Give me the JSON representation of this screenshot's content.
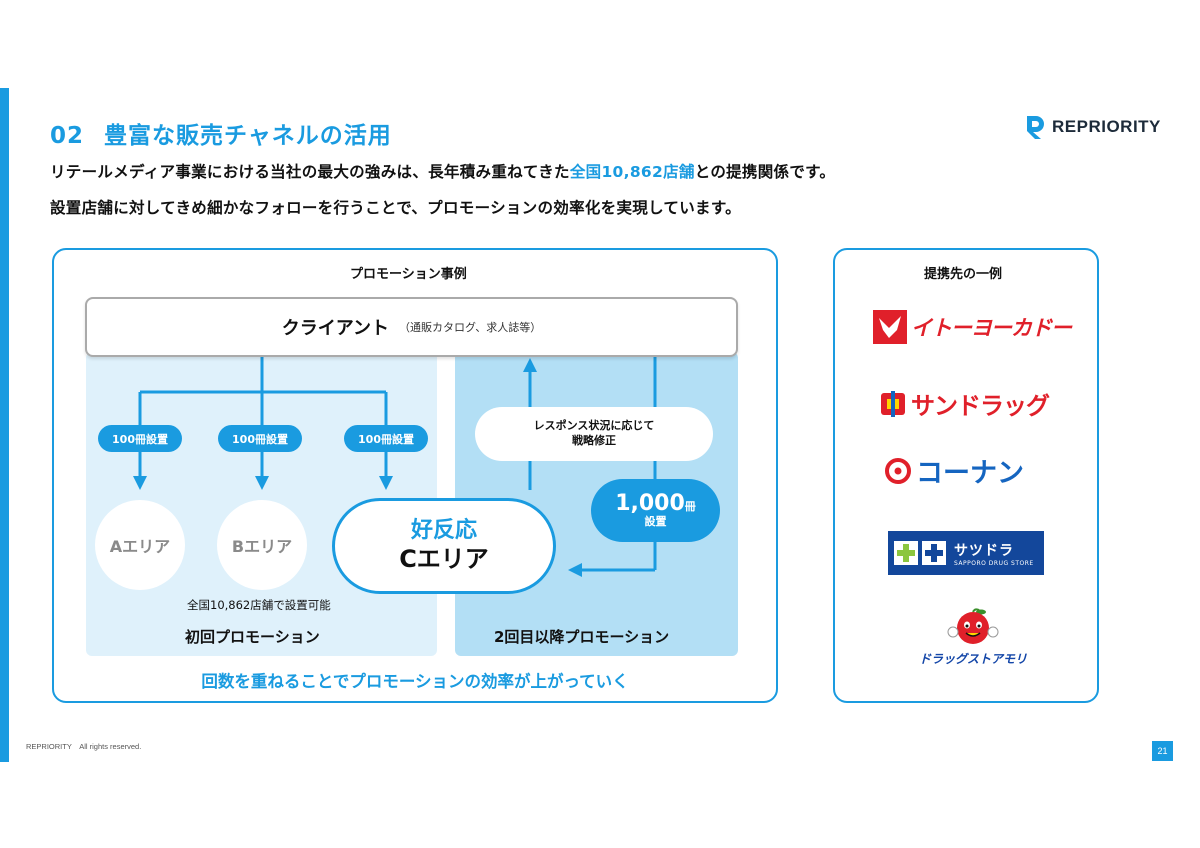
{
  "header": {
    "number": "02",
    "title": "豊富な販売チャネルの活用",
    "logo_text": "REPRIORITY"
  },
  "lead": {
    "line1_before": "リテールメディア事業における当社の最大の強みは、長年積み重ねてきた",
    "line1_highlight": "全国10,862店舗",
    "line1_after": "との提携関係です。",
    "line2": "設置店舗に対してきめ細かなフォローを行うことで、プロモーションの効率化を実現しています。"
  },
  "promotion": {
    "heading": "プロモーション事例",
    "client_label": "クライアント",
    "client_sub": "（通販カタログ、求人誌等）",
    "pills": [
      "100冊設置",
      "100冊設置",
      "100冊設置"
    ],
    "area_a": "Aエリア",
    "area_b": "Bエリア",
    "area_c_top": "好反応",
    "area_c_bottom": "Cエリア",
    "store_note": "全国10,862店舗で設置可能",
    "first_label": "初回プロモーション",
    "second_label": "2回目以降プロモーション",
    "response_line1": "レスポンス状況に応じて",
    "response_line2": "戦略修正",
    "thousand_num": "1,000",
    "thousand_unit": "冊",
    "thousand_sub": "設置",
    "bottom_message": "回数を重ねることでプロモーションの効率が上がっていく"
  },
  "partners": {
    "heading": "提携先の一例",
    "ito_yokado": "イトーヨーカドー",
    "sundrug": "サンドラッグ",
    "konan": "コーナン",
    "sapporo_name": "サツドラ",
    "sapporo_sub": "SAPPORO DRUG STORE",
    "mori": "ドラッグストアモリ"
  },
  "footer": {
    "copyright": "REPRIORITY　All rights reserved.",
    "page": "21"
  },
  "colors": {
    "accent": "#1a9be0",
    "light_zone": "#dff1fb",
    "mid_zone": "#b3dff5",
    "partner_red": "#e0202a",
    "partner_blue": "#1565c0",
    "sapporo_navy": "#13479b"
  }
}
